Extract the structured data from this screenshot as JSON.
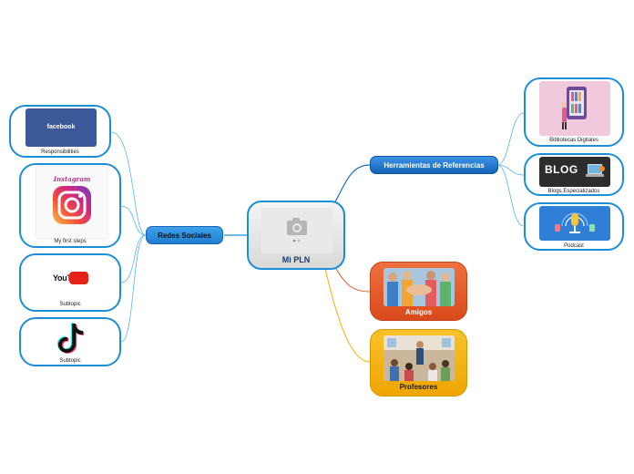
{
  "center": {
    "title": "Mi PLN",
    "icon": "camera-icon"
  },
  "branches": {
    "redes": {
      "label": "Redes Sociales",
      "children": [
        {
          "logo": "facebook",
          "caption": "Responsibilities"
        },
        {
          "logo": "Instagram",
          "caption": "My first steps"
        },
        {
          "logo": "YouTube",
          "caption": "Subtopic"
        },
        {
          "logo": "tiktok",
          "caption": "Subtopic"
        }
      ]
    },
    "herramientas": {
      "label": "Herramientas de Referencias",
      "children": [
        {
          "caption": "Bibliotecas Digitales"
        },
        {
          "logo": "BLOG",
          "caption": "Blogs Especializados"
        },
        {
          "caption": "Podcast"
        }
      ]
    },
    "amigos": {
      "label": "Amigos"
    },
    "profesores": {
      "label": "Profesores"
    }
  },
  "colors": {
    "blue_border": "#1a8ed8",
    "amigos_fill": "#e8582a",
    "profesores_fill": "#f4b20c",
    "facebook": "#3b5998"
  }
}
